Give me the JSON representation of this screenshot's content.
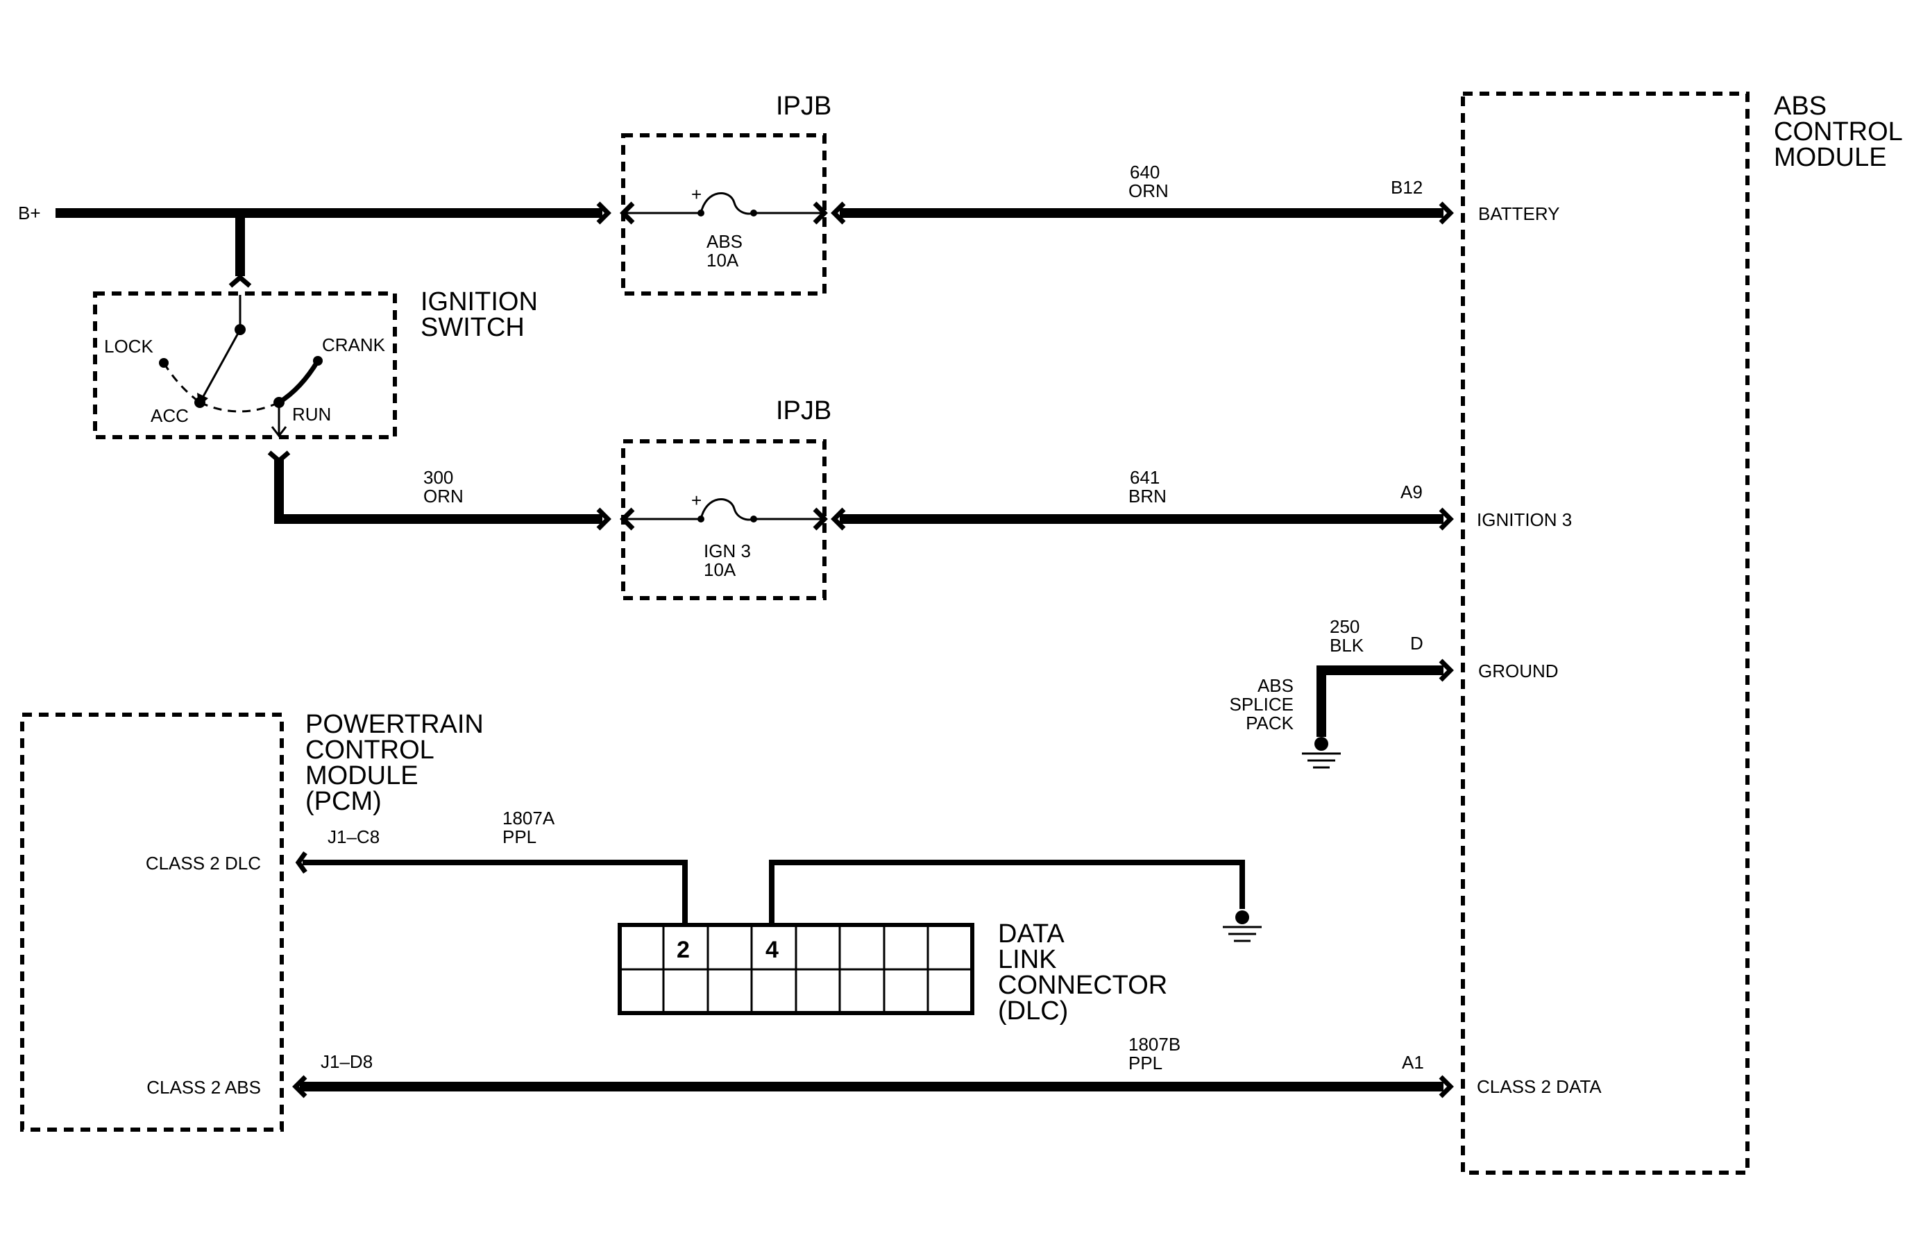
{
  "components": {
    "ipjb_top": {
      "title": "IPJB",
      "fuse_name": "ABS",
      "fuse_rating": "10A"
    },
    "ipjb_bottom": {
      "title": "IPJB",
      "fuse_name": "IGN 3",
      "fuse_rating": "10A"
    },
    "ignition_switch": {
      "title_line1": "IGNITION",
      "title_line2": "SWITCH",
      "positions": {
        "lock": "LOCK",
        "crank": "CRANK",
        "acc": "ACC",
        "run": "RUN"
      }
    },
    "abs_module": {
      "title_line1": "ABS",
      "title_line2": "CONTROL",
      "title_line3": "MODULE",
      "pins": {
        "battery": "BATTERY",
        "ignition3": "IGNITION 3",
        "ground": "GROUND",
        "class2": "CLASS 2 DATA"
      }
    },
    "pcm": {
      "title_line1": "POWERTRAIN",
      "title_line2": "CONTROL",
      "title_line3": "MODULE",
      "title_line4": "(PCM)",
      "pins": {
        "dlc": "CLASS 2 DLC",
        "abs": "CLASS 2 ABS"
      }
    },
    "dlc": {
      "title_line1": "DATA",
      "title_line2": "LINK",
      "title_line3": "CONNECTOR",
      "title_line4": "(DLC)",
      "pin_a": "2",
      "pin_b": "4"
    },
    "splice": {
      "line1": "ABS",
      "line2": "SPLICE",
      "line3": "PACK"
    },
    "supply": {
      "label": "B+"
    }
  },
  "circuits": {
    "c640": {
      "number": "640",
      "color": "ORN",
      "terminal": "B12"
    },
    "c300": {
      "number": "300",
      "color": "ORN"
    },
    "c641": {
      "number": "641",
      "color": "BRN",
      "terminal": "A9"
    },
    "c250": {
      "number": "250",
      "color": "BLK",
      "terminal": "D"
    },
    "c1807a": {
      "number": "1807A",
      "color": "PPL",
      "terminal": "J1–C8"
    },
    "c1807b": {
      "number": "1807B",
      "color": "PPL",
      "terminal_left": "J1–D8",
      "terminal_right": "A1"
    }
  }
}
